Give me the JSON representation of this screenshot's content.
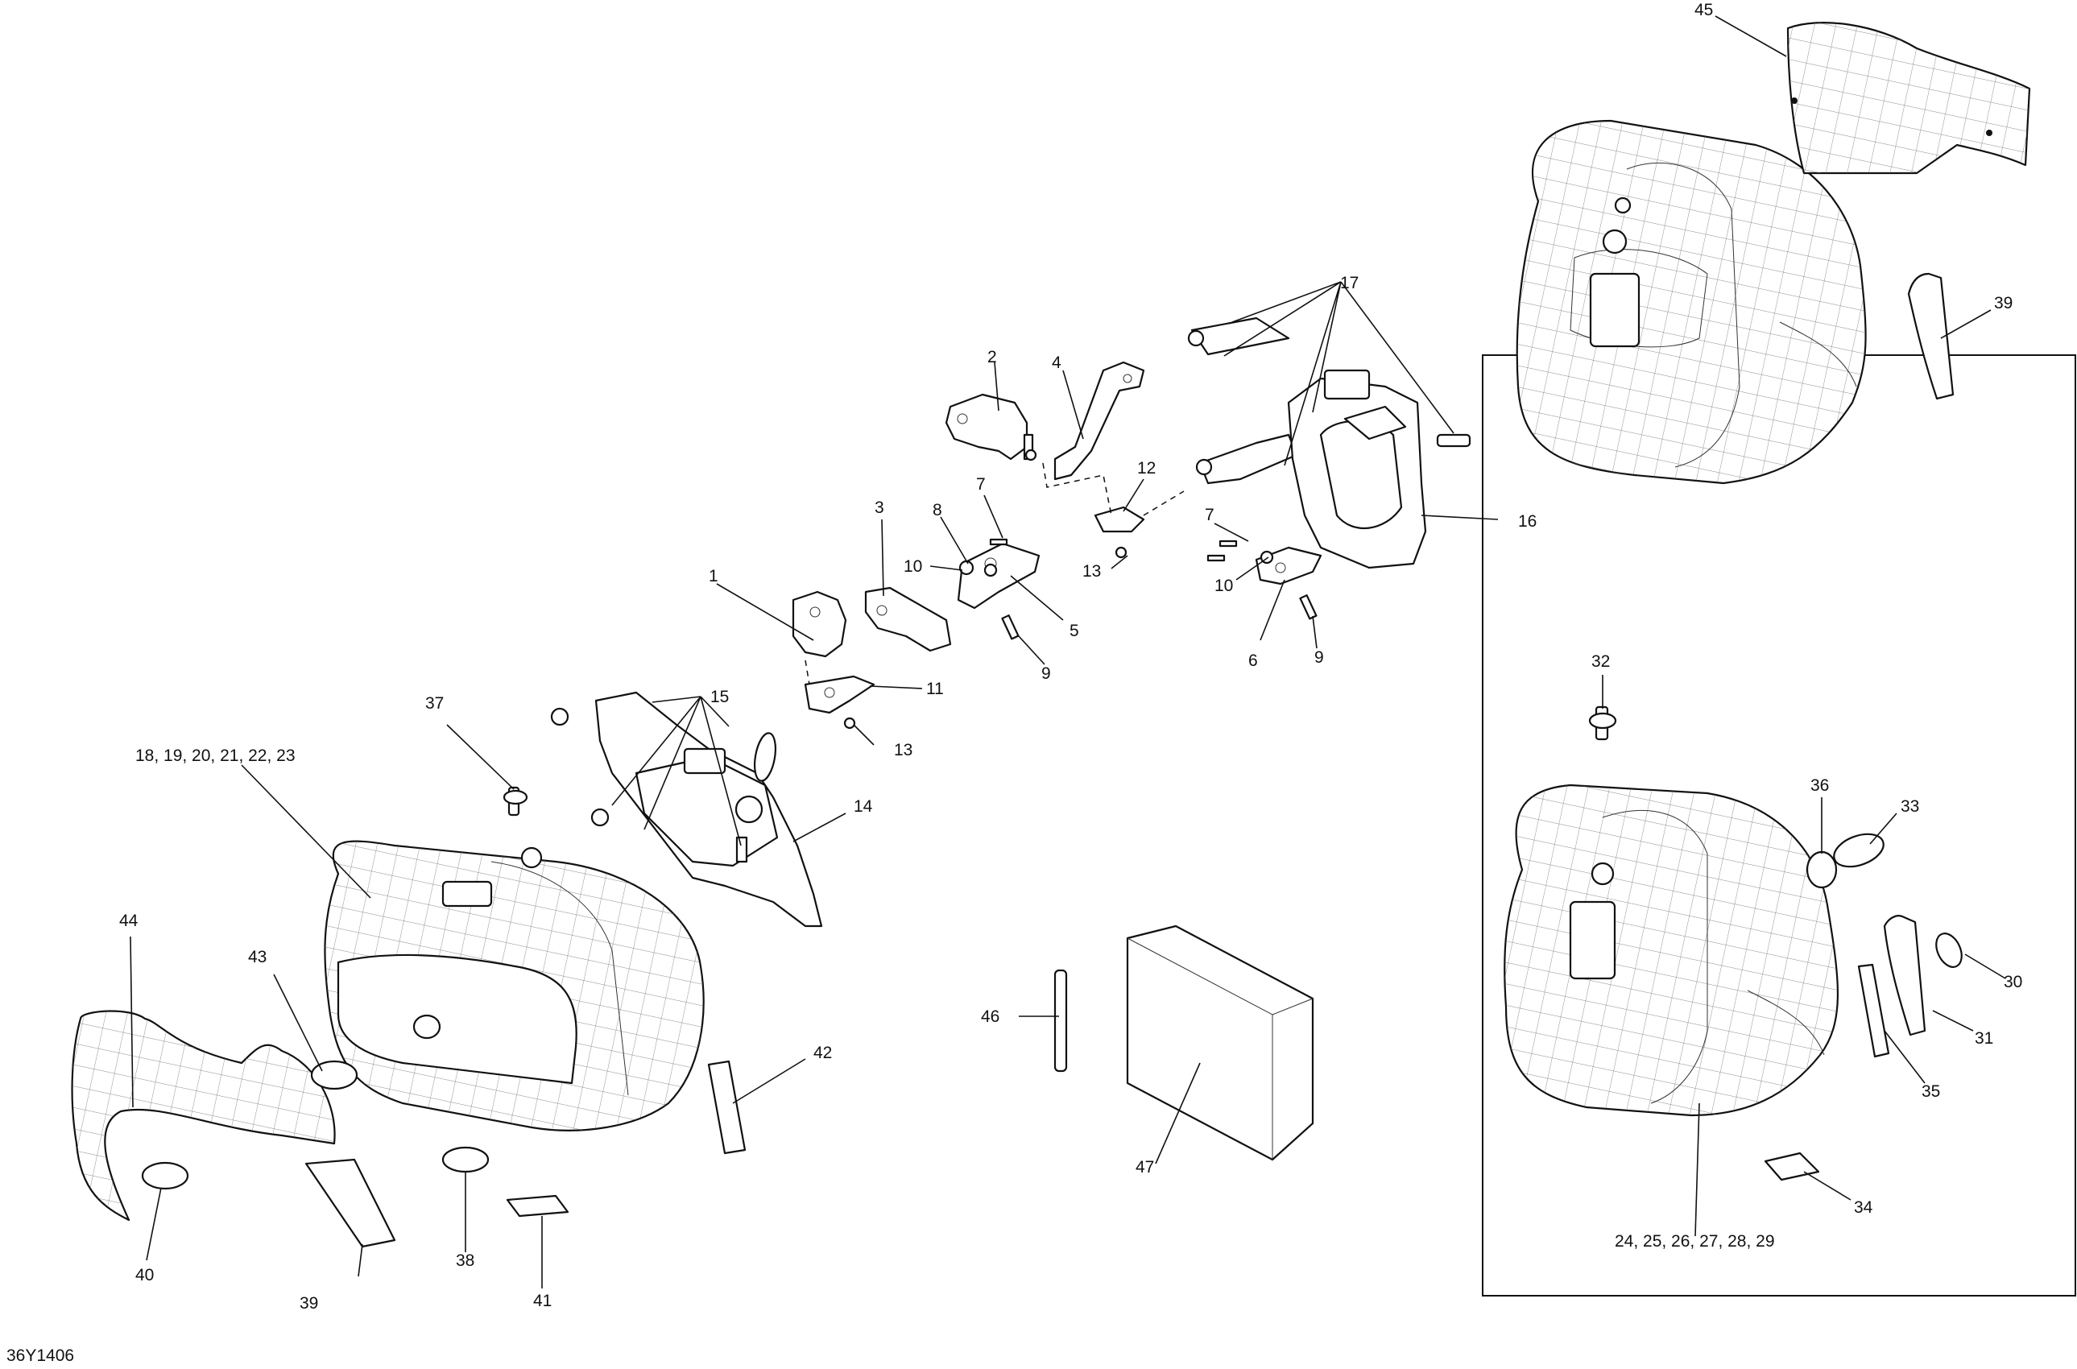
{
  "figure_id": "36Y1406",
  "callouts": {
    "c1": "1",
    "c2": "2",
    "c3": "3",
    "c4": "4",
    "c5": "5",
    "c6": "6",
    "c7a": "7",
    "c7b": "7",
    "c8": "8",
    "c9a": "9",
    "c9b": "9",
    "c10a": "10",
    "c10b": "10",
    "c11": "11",
    "c12": "12",
    "c13a": "13",
    "c13b": "13",
    "c14": "14",
    "c15": "15",
    "c16": "16",
    "c17": "17",
    "c18": "18, 19, 20, 21, 22, 23",
    "c24": "24, 25, 26, 27, 28, 29",
    "c30": "30",
    "c31": "31",
    "c32": "32",
    "c33": "33",
    "c34": "34",
    "c35": "35",
    "c36": "36",
    "c37": "37",
    "c38": "38",
    "c39a": "39",
    "c39b": "39",
    "c40": "40",
    "c41": "41",
    "c42": "42",
    "c43": "43",
    "c44": "44",
    "c45": "45",
    "c46": "46",
    "c47": "47"
  }
}
